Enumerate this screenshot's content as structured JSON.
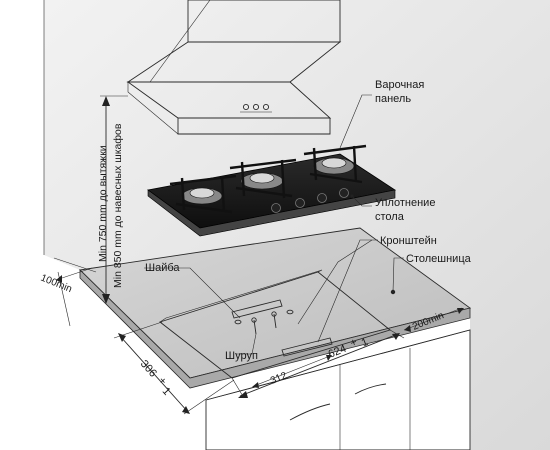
{
  "labels": {
    "cooktop": [
      "Варочная",
      "панель"
    ],
    "seal": [
      "Уплотнение",
      "стола"
    ],
    "bracket": "Кронштейн",
    "countertop": "Столешница",
    "washer": "Шайба",
    "screw": "Шуруп"
  },
  "dimensions": {
    "hood_line1": "Min 750 mm до вытяжки",
    "hood_line2": "Min 850 mm до навесных шкафов",
    "left_edge": "100min",
    "right_edge": "200min",
    "depth_value": "306",
    "depth_tol": "+",
    "depth_tol2": "1",
    "width_value": "624",
    "width_tol": "+",
    "width_tol2": "1",
    "bracket_spacing": "312"
  },
  "colors": {
    "wall": "#e4e4e4",
    "counter_top": "#c9c9c9",
    "counter_front": "#b5b5b5",
    "cabinet": "#ededed",
    "glass": "#161616",
    "steel": "#f4f4f4"
  }
}
